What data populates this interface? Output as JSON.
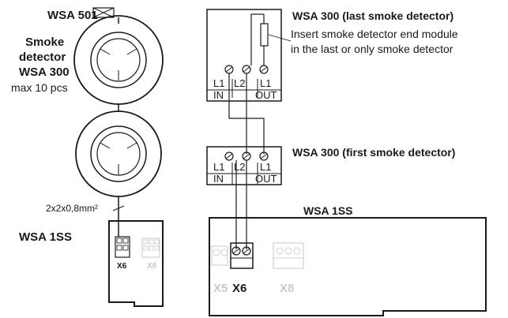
{
  "left": {
    "device_top": "WSA 501",
    "detector_label_1": "Smoke",
    "detector_label_2": "detector",
    "detector_label_3": "WSA 300",
    "detector_label_4": "max 10 pcs",
    "cable_label": "2x2x0,8mm²",
    "controller_label": "WSA 1SS",
    "connector_x6": "X6",
    "connector_x8": "X8"
  },
  "right": {
    "last_title": "WSA 300 (last smoke detector)",
    "last_note_1": "Insert smoke detector end module",
    "last_note_2": "in the last or only smoke detector",
    "first_title": "WSA 300 (first smoke detector)",
    "controller_label": "WSA 1SS",
    "terminals": [
      "L1",
      "L2",
      "L1"
    ],
    "terminal_in": "IN",
    "terminal_out": "OUT",
    "connector_x5": "X5",
    "connector_x6": "X6",
    "connector_x8": "X8"
  }
}
